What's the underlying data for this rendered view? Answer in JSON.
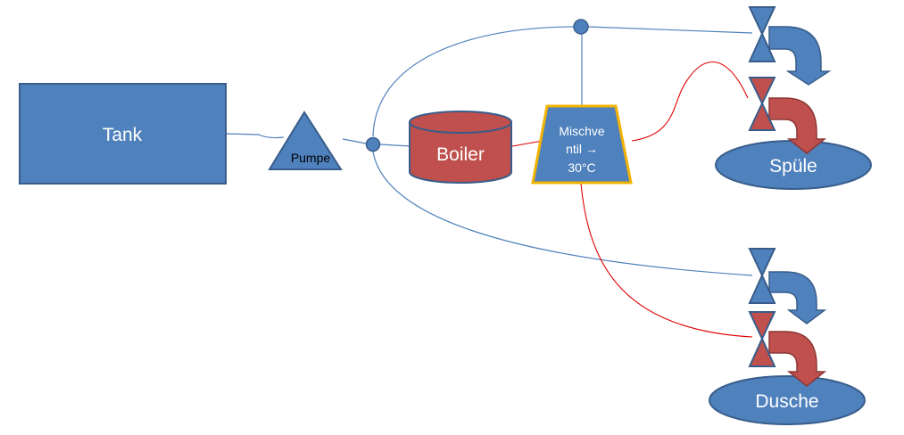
{
  "labels": {
    "tank": "Tank",
    "pump": "Pumpe",
    "boiler": "Boiler",
    "mixer_line1": "Mischve",
    "mixer_line2": "ntil →",
    "mixer_line3": "30°C",
    "sink": "Spüle",
    "shower": "Dusche"
  },
  "colors": {
    "blue_fill": "#4f81bd",
    "blue_stroke": "#385d8a",
    "red_fill": "#c0504d",
    "red_stroke": "#8c3836",
    "mixer_border": "#f2b300",
    "cold_line": "#4f81bd",
    "hot_line": "#e00000"
  }
}
